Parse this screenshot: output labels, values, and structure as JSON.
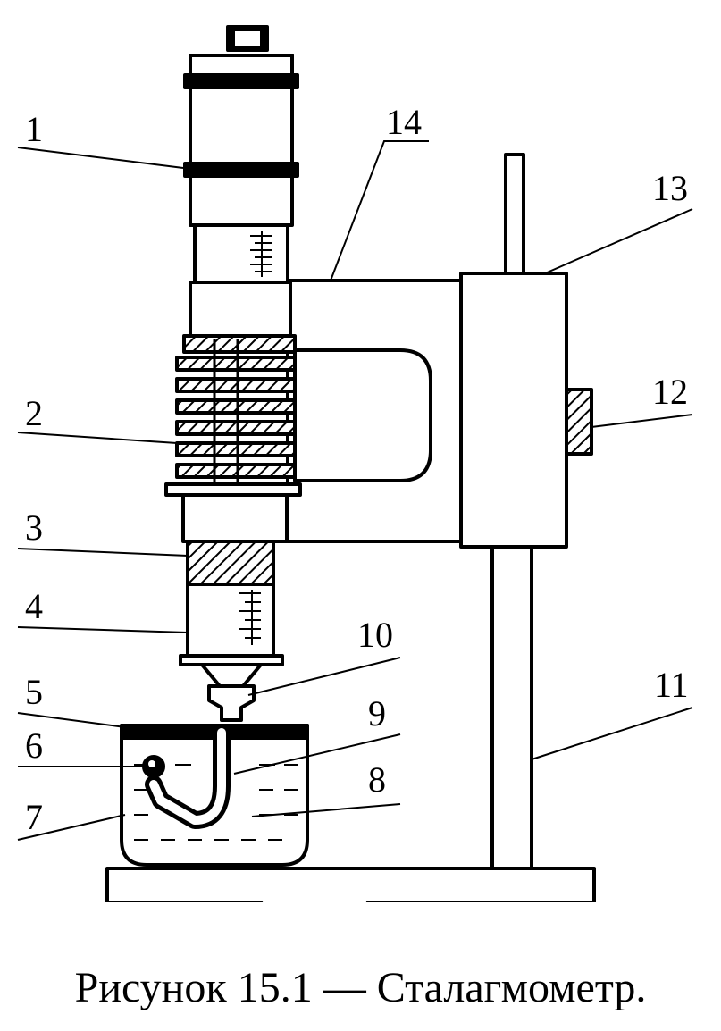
{
  "labels": {
    "l1": "1",
    "l2": "2",
    "l3": "3",
    "l4": "4",
    "l5": "5",
    "l6": "6",
    "l7": "7",
    "l8": "8",
    "l9": "9",
    "l10": "10",
    "l11": "11",
    "l12": "12",
    "l13": "13",
    "l14": "14"
  },
  "caption": "Рисунок 15.1 — Сталагмометр."
}
